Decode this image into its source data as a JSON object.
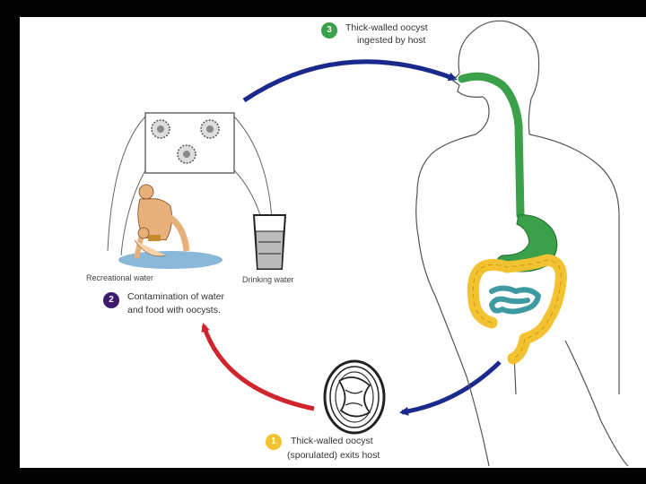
{
  "steps": [
    {
      "number": "1",
      "color": "#f2c230",
      "line1": "Thick-walled oocyst",
      "line2": "(sporulated) exits host"
    },
    {
      "number": "2",
      "color": "#3d1a6b",
      "line1": "Contamination of water",
      "line2": "and food with oocysts."
    },
    {
      "number": "3",
      "color": "#3aa04a",
      "line1": "Thick-walled oocyst",
      "line2": "ingested by host"
    }
  ],
  "labels": {
    "recreational_water": "Recreational water",
    "drinking_water": "Drinking water"
  },
  "arrow_colors": {
    "blue": "#1a2a8c",
    "red": "#d0252c"
  },
  "organ_colors": {
    "esophagus": "#3aa04a",
    "large_intestine": "#f2c230",
    "small_intestine": "#3c9aa0"
  }
}
